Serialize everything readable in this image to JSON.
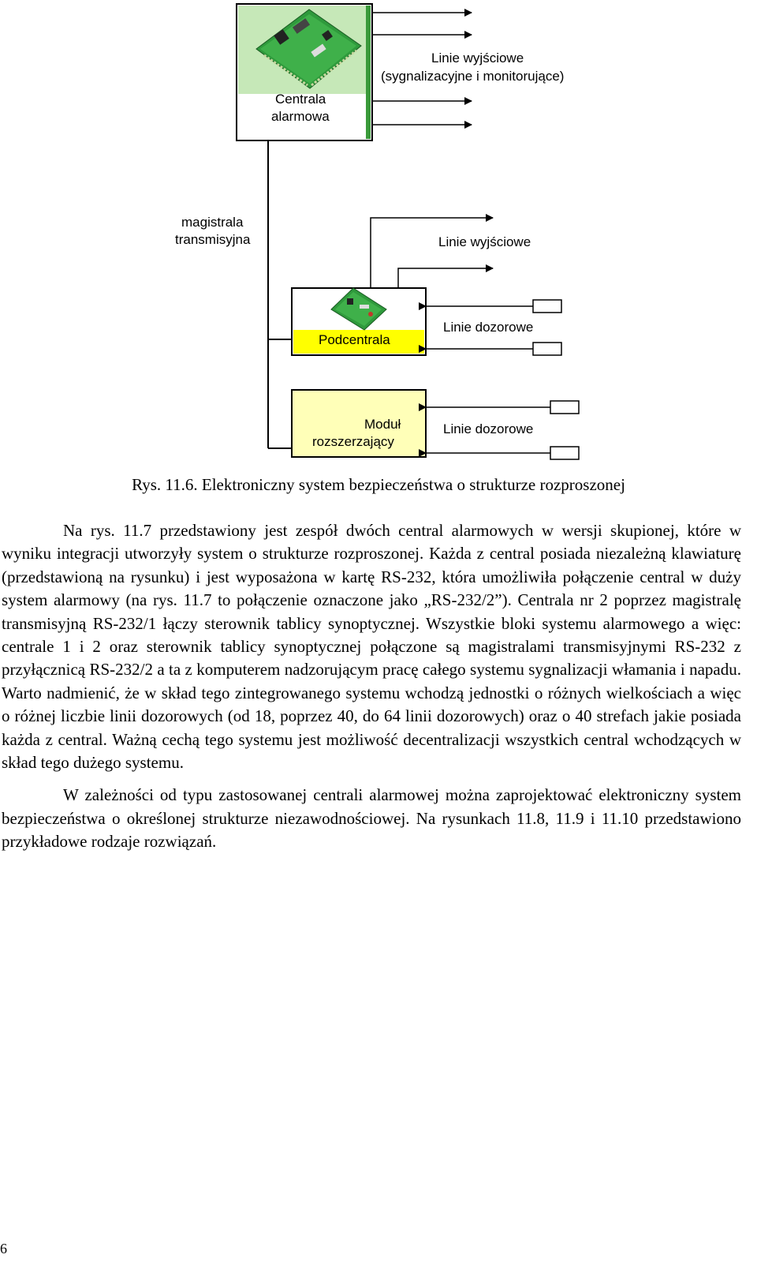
{
  "diagram": {
    "centrala_label_1": "Centrala",
    "centrala_label_2": "alarmowa",
    "outputs_top_1": "Linie wyjściowe",
    "outputs_top_2": "(sygnalizacyjne i monitorujące)",
    "bus_label_1": "magistrala",
    "bus_label_2": "transmisyjna",
    "outputs_mid": "Linie wyjściowe",
    "podcentrala_label": "Podcentrala",
    "zones_mid": "Linie dozorowe",
    "module_label_1": "Moduł",
    "module_label_2": "rozszerzający",
    "zones_bottom": "Linie dozorowe",
    "colors": {
      "centrala_box": "#c6e8b8",
      "podcentrala_bar": "#ffff00",
      "module_box": "#ffffb8",
      "pcb_green": "#2f9a3c"
    }
  },
  "caption": "Rys. 11.6. Elektroniczny system bezpieczeństwa o strukturze rozproszonej",
  "paragraphs": [
    "Na rys. 11.7 przedstawiony jest zespół dwóch central alarmowych w wersji skupionej, które w wyniku integracji utworzyły system o strukturze rozproszonej. Każda z central posiada niezależną klawiaturę (przedstawioną na rysunku) i jest wyposażona w kartę RS-232, która umożliwiła połączenie central w duży system alarmowy (na rys. 11.7 to połączenie oznaczone jako „RS-232/2”). Centrala nr 2 poprzez magistralę transmisyjną RS-232/1 łączy sterownik tablicy synoptycznej. Wszystkie bloki systemu alarmowego a więc: centrale 1 i 2 oraz sterownik tablicy synoptycznej połączone są magistralami transmisyjnymi RS-232 z przyłącznicą RS-232/2 a ta z komputerem nadzorującym pracę całego systemu sygnalizacji włamania i napadu. Warto nadmienić, że w skład tego zintegrowanego systemu wchodzą jednostki o różnych wielkościach a więc o różnej liczbie linii dozorowych (od 18, poprzez 40, do 64 linii dozorowych) oraz o 40 strefach jakie posiada każda z central. Ważną cechą tego systemu jest możliwość decentralizacji wszystkich central wchodzących w skład tego dużego systemu.",
    "W zależności od typu zastosowanej centrali alarmowej można zaprojektować elektroniczny system bezpieczeństwa o określonej strukturze niezawodnościowej. Na rysunkach 11.8, 11.9 i 11.10 przedstawiono przykładowe rodzaje rozwiązań."
  ],
  "page_number": "6"
}
